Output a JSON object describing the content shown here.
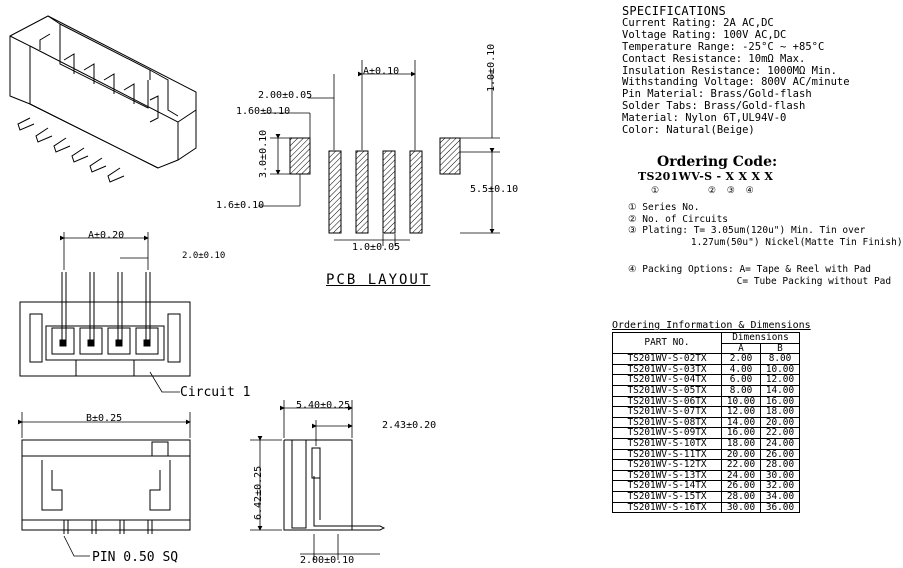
{
  "specifications": {
    "title": "SPECIFICATIONS",
    "lines": [
      "Current Rating: 2A AC,DC",
      "Voltage Rating: 100V AC,DC",
      "Temperature Range: -25°C ~ +85°C",
      "Contact Resistance: 10mΩ Max.",
      "Insulation Resistance: 1000MΩ Min.",
      "Withstanding Voltage: 800V AC/minute",
      "Pin Material: Brass/Gold-flash",
      "Solder Tabs: Brass/Gold-flash",
      "Material: Nylon 6T,UL94V-0",
      "Color: Natural(Beige)"
    ]
  },
  "ordering_code": {
    "title": "Ordering Code:",
    "code": "TS201WV-S - X X  X  X",
    "markers": "①         ②  ③  ④",
    "notes": [
      "① Series No.",
      "② No. of Circuits",
      "③ Plating: T= 3.05um(120u\") Min. Tin over",
      "           1.27um(50u\") Nickel(Matte Tin Finish)"
    ],
    "packing": [
      "④ Packing Options: A= Tape & Reel with Pad",
      "                   C= Tube Packing without Pad"
    ]
  },
  "ordering_table": {
    "title": "Ordering Information & Dimensions",
    "header_part": "PART NO.",
    "header_dims": "Dimensions",
    "header_a": "A",
    "header_b": "B",
    "rows": [
      [
        "TS201WV-S-02TX",
        "2.00",
        "8.00"
      ],
      [
        "TS201WV-S-03TX",
        "4.00",
        "10.00"
      ],
      [
        "TS201WV-S-04TX",
        "6.00",
        "12.00"
      ],
      [
        "TS201WV-S-05TX",
        "8.00",
        "14.00"
      ],
      [
        "TS201WV-S-06TX",
        "10.00",
        "16.00"
      ],
      [
        "TS201WV-S-07TX",
        "12.00",
        "18.00"
      ],
      [
        "TS201WV-S-08TX",
        "14.00",
        "20.00"
      ],
      [
        "TS201WV-S-09TX",
        "16.00",
        "22.00"
      ],
      [
        "TS201WV-S-10TX",
        "18.00",
        "24.00"
      ],
      [
        "TS201WV-S-11TX",
        "20.00",
        "26.00"
      ],
      [
        "TS201WV-S-12TX",
        "22.00",
        "28.00"
      ],
      [
        "TS201WV-S-13TX",
        "24.00",
        "30.00"
      ],
      [
        "TS201WV-S-14TX",
        "26.00",
        "32.00"
      ],
      [
        "TS201WV-S-15TX",
        "28.00",
        "34.00"
      ],
      [
        "TS201WV-S-16TX",
        "30.00",
        "36.00"
      ]
    ]
  },
  "pcb_layout": {
    "title": "PCB LAYOUT",
    "dim_a": "A±0.10",
    "dim_pitch": "2.00±0.05",
    "dim_tab_w": "1.60±0.10",
    "dim_tab_h": "3.0±0.10",
    "dim_offset": "1.6±0.10",
    "dim_top": "1.0±0.10",
    "dim_span": "5.5±0.10",
    "dim_pad_w": "1.0±0.05"
  },
  "front_view": {
    "dim_a": "A±0.20",
    "dim_pitch": "2.0±0.10",
    "circuit_label": "Circuit 1"
  },
  "bottom_view": {
    "dim_b": "B±0.25",
    "pin_label": "PIN 0.50 SQ"
  },
  "side_view": {
    "dim_width": "5.40±0.25",
    "dim_offset": "2.43±0.20",
    "dim_height": "6.42±0.25",
    "dim_pin": "2.00±0.10"
  }
}
